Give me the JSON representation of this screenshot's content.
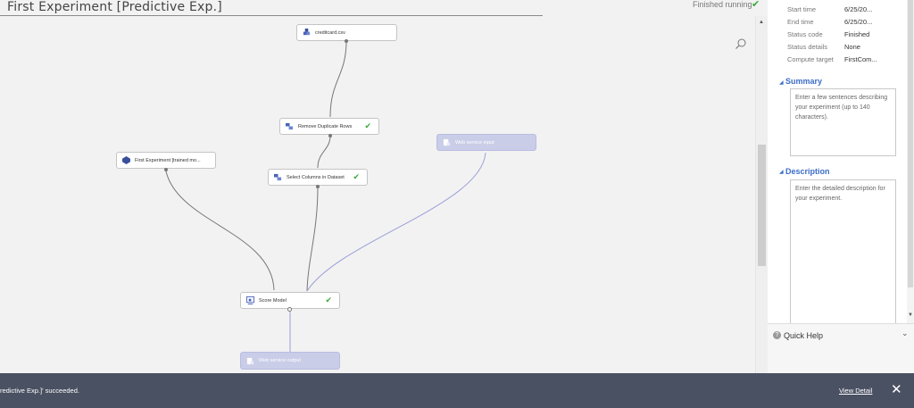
{
  "header": {
    "title": "First Experiment [Predictive Exp.]",
    "run_status": "Finished running",
    "run_status_icon": "check-icon"
  },
  "nodes": {
    "creditcard": {
      "label": "creditcard.csv"
    },
    "remove_duplicates": {
      "label": "Remove Duplicate Rows"
    },
    "trained_model": {
      "label": "First Experiment [trained mo..."
    },
    "select_columns": {
      "label": "Select Columns in Dataset"
    },
    "web_input": {
      "label": "Web service input"
    },
    "score_model": {
      "label": "Score Model"
    },
    "web_output": {
      "label": "Web service output"
    }
  },
  "properties": {
    "rows": [
      {
        "key": "Start time",
        "value": "6/25/20..."
      },
      {
        "key": "End time",
        "value": "6/25/20..."
      },
      {
        "key": "Status code",
        "value": "Finished"
      },
      {
        "key": "Status details",
        "value": "None"
      },
      {
        "key": "Compute target",
        "value": "FirstCom..."
      }
    ],
    "summary": {
      "title": "Summary",
      "placeholder": "Enter a few sentences describing your experiment (up to 140 characters)."
    },
    "description": {
      "title": "Description",
      "placeholder": "Enter the detailed description for your experiment."
    }
  },
  "quick_help": {
    "label": "Quick Help"
  },
  "notification": {
    "message": "redictive Exp.]' succeeded.",
    "link": "View Detail"
  },
  "colors": {
    "accent": "#3b6dc7",
    "success": "#3aa83a",
    "notification_bg": "#4a5163",
    "web_service_node": "#c9cde8"
  }
}
